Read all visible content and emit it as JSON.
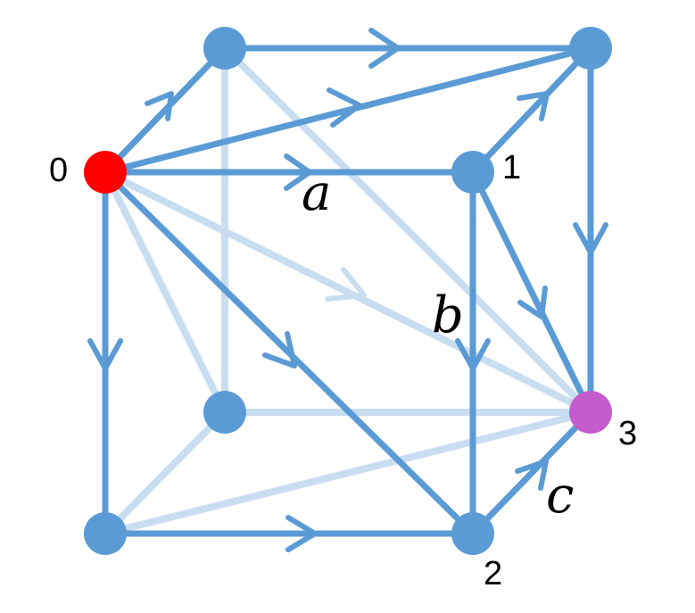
{
  "labels": {
    "n0": "0",
    "n1": "1",
    "n2": "2",
    "n3": "3",
    "a": "a",
    "b": "b",
    "c": "c"
  },
  "colors": {
    "edge": "#5b9bd5",
    "faint_edge": "#c9ddf1",
    "node": "#5b9bd5",
    "node_0": "#ff0000",
    "node_3": "#c45bcf"
  }
}
